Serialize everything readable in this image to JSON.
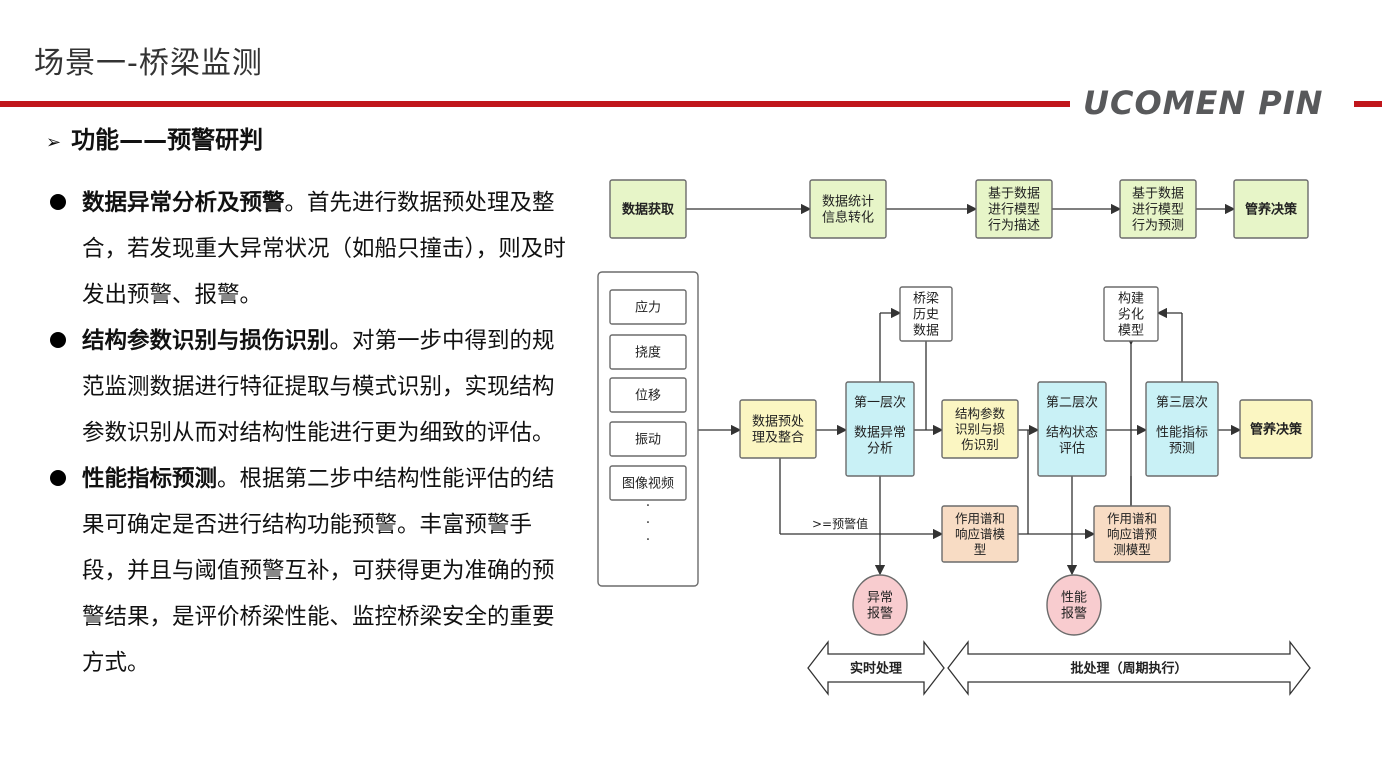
{
  "header": {
    "title": "场景一-桥梁监测",
    "logo": "UCOMEN PIN",
    "colors": {
      "accent": "#c0161b",
      "logo": "#58595b"
    }
  },
  "section": {
    "arrow": "➢",
    "heading": "功能——预警研判"
  },
  "bullets": [
    {
      "bold": "数据异常分析及预警",
      "text": "。首先进行数据预处理及整合，若发现重大异常状况（如船只撞击），则及时发出预警、报警。"
    },
    {
      "bold": "结构参数识别与损伤识别",
      "text": "。对第一步中得到的规范监测数据进行特征提取与模式识别，实现结构参数识别从而对结构性能进行更为细致的评估。"
    },
    {
      "bold": "性能指标预测",
      "text": "。根据第二步中结构性能评估的结果可确定是否进行结构功能预警。丰富预警手段，并且与阈值预警互补，可获得更为准确的预警结果，是评价桥梁性能、监控桥梁安全的重要方式。"
    }
  ],
  "diagram": {
    "colors": {
      "green": "#e7f5c8",
      "cyan": "#c9f1f6",
      "yellow": "#fbf6c2",
      "orange": "#f8dcc4",
      "pink": "#f8cccf",
      "border": "#6b6b6b"
    },
    "top_flow": [
      [
        "数据获取"
      ],
      [
        "数据统计",
        "信息转化"
      ],
      [
        "基于数据",
        "进行模型",
        "行为描述"
      ],
      [
        "基于数据",
        "进行模型",
        "行为预测"
      ],
      [
        "管养决策"
      ]
    ],
    "sensors": [
      "应力",
      "挠度",
      "位移",
      "振动",
      "图像视频"
    ],
    "ellipsis": "·",
    "preprocess": [
      "数据预处",
      "理及整合"
    ],
    "layer1": {
      "title": "第一层次",
      "body": [
        "数据异常",
        "分析"
      ]
    },
    "history": [
      "桥梁",
      "历史",
      "数据"
    ],
    "struct_id": [
      "结构参数",
      "识别与损",
      "伤识别"
    ],
    "layer2": {
      "title": "第二层次",
      "body": [
        "结构状态",
        "评估"
      ]
    },
    "degrade": [
      "构建",
      "劣化",
      "模型"
    ],
    "layer3": {
      "title": "第三层次",
      "body": [
        "性能指标",
        "预测"
      ]
    },
    "decision": [
      "管养决策"
    ],
    "threshold": ">=预警值",
    "spectrum1": [
      "作用谱和",
      "响应谱模",
      "型"
    ],
    "spectrum2": [
      "作用谱和",
      "响应谱预",
      "测模型"
    ],
    "alarm1": [
      "异常",
      "报警"
    ],
    "alarm2": [
      "性能",
      "报警"
    ],
    "realtime": "实时处理",
    "batch": "批处理（周期执行）"
  }
}
